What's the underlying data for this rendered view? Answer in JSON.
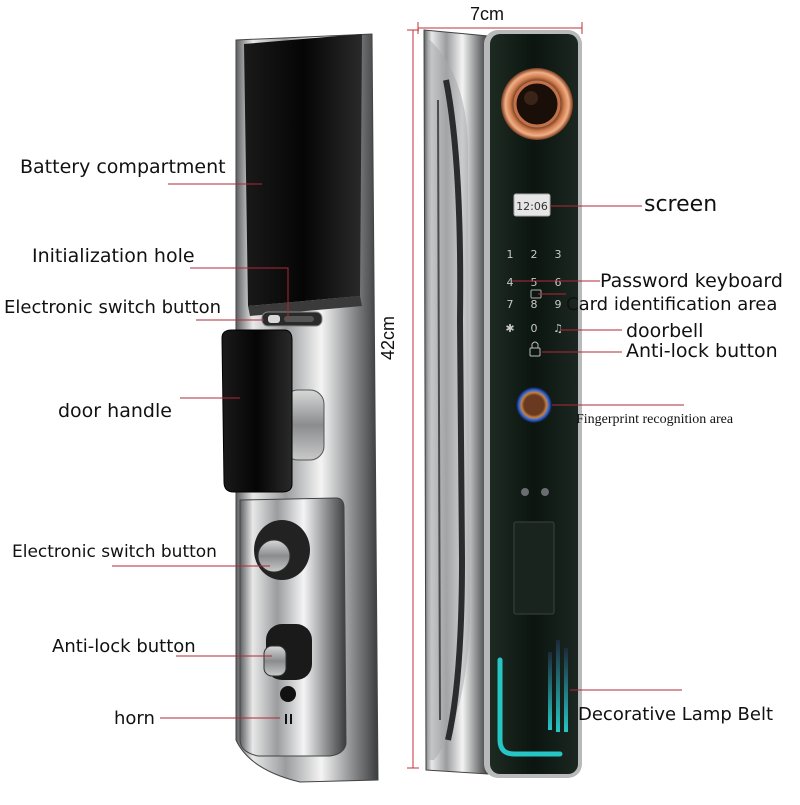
{
  "dimensions": {
    "width": "7cm",
    "height": "42cm"
  },
  "display": {
    "time": "12:06"
  },
  "keypad": {
    "keys": [
      "1",
      "2",
      "3",
      "4",
      "5",
      "6",
      "7",
      "8",
      "9",
      "✱",
      "0",
      "♫"
    ]
  },
  "labels": {
    "battery_compartment": "Battery compartment",
    "initialization_hole": "Initialization hole",
    "electronic_switch_button_top": "Electronic switch button",
    "door_handle": "door handle",
    "electronic_switch_button_bottom": "Electronic switch button",
    "anti_lock_button_back": "Anti-lock button",
    "horn": "horn",
    "screen": "screen",
    "password_keyboard": "Password keyboard",
    "card_identification_area": "Card identification area",
    "doorbell": "doorbell",
    "anti_lock_button_front": "Anti-lock button",
    "fingerprint_recognition_area": "Fingerprint recognition area",
    "decorative_lamp_belt": "Decorative Lamp Belt"
  },
  "colors": {
    "front_glass": "#0f1a14",
    "accent_copper": "#d07a4a",
    "fingerprint_ring": "#3a6ed8",
    "lamp_belt": "#26c6c4",
    "leader_line": "#b0283a",
    "dimension_line": "#c0303a"
  }
}
